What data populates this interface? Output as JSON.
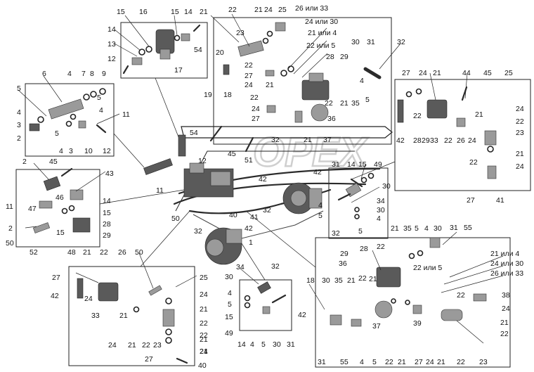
{
  "watermark": "OPEX",
  "labels": [
    {
      "id": "a1",
      "text": "15"
    },
    {
      "id": "a2",
      "text": "16"
    },
    {
      "id": "a3",
      "text": "15"
    },
    {
      "id": "a4",
      "text": "14"
    },
    {
      "id": "a5",
      "text": "14"
    },
    {
      "id": "a6",
      "text": "13"
    },
    {
      "id": "a7",
      "text": "12"
    },
    {
      "id": "a8",
      "text": "17"
    },
    {
      "id": "a9",
      "text": "54"
    },
    {
      "id": "b1",
      "text": "6"
    },
    {
      "id": "b2",
      "text": "4"
    },
    {
      "id": "b3",
      "text": "7"
    },
    {
      "id": "b4",
      "text": "8"
    },
    {
      "id": "b5",
      "text": "9"
    },
    {
      "id": "b6",
      "text": "5"
    },
    {
      "id": "b7",
      "text": "5"
    },
    {
      "id": "b8",
      "text": "4"
    },
    {
      "id": "b9",
      "text": "4"
    },
    {
      "id": "b10",
      "text": "3"
    },
    {
      "id": "b11",
      "text": "5"
    },
    {
      "id": "b12",
      "text": "2"
    },
    {
      "id": "b13",
      "text": "11"
    },
    {
      "id": "b14",
      "text": "4"
    },
    {
      "id": "b15",
      "text": "3"
    },
    {
      "id": "b16",
      "text": "10"
    },
    {
      "id": "b17",
      "text": "12"
    },
    {
      "id": "c1",
      "text": "21"
    },
    {
      "id": "c2",
      "text": "22"
    },
    {
      "id": "c3",
      "text": "21"
    },
    {
      "id": "c4",
      "text": "24"
    },
    {
      "id": "c5",
      "text": "25"
    },
    {
      "id": "c6",
      "text": "26 или 33"
    },
    {
      "id": "c7",
      "text": "24 или 30"
    },
    {
      "id": "c8",
      "text": "21 или 4"
    },
    {
      "id": "c9",
      "text": "22 или 5"
    },
    {
      "id": "c10",
      "text": "23"
    },
    {
      "id": "c11",
      "text": "20"
    },
    {
      "id": "c12",
      "text": "22"
    },
    {
      "id": "c13",
      "text": "27"
    },
    {
      "id": "c14",
      "text": "24"
    },
    {
      "id": "c15",
      "text": "19"
    },
    {
      "id": "c16",
      "text": "18"
    },
    {
      "id": "c17",
      "text": "21"
    },
    {
      "id": "c18",
      "text": "28"
    },
    {
      "id": "c19",
      "text": "29"
    },
    {
      "id": "c20",
      "text": "30"
    },
    {
      "id": "c21",
      "text": "31"
    },
    {
      "id": "c22",
      "text": "32"
    },
    {
      "id": "c23",
      "text": "4"
    },
    {
      "id": "c24",
      "text": "22"
    },
    {
      "id": "c25",
      "text": "22"
    },
    {
      "id": "c26",
      "text": "21"
    },
    {
      "id": "c27",
      "text": "35"
    },
    {
      "id": "c28",
      "text": "5"
    },
    {
      "id": "c29",
      "text": "24"
    },
    {
      "id": "c30",
      "text": "27"
    },
    {
      "id": "c31",
      "text": "36"
    },
    {
      "id": "c32",
      "text": "32"
    },
    {
      "id": "c33",
      "text": "21"
    },
    {
      "id": "c34",
      "text": "37"
    },
    {
      "id": "d1",
      "text": "27"
    },
    {
      "id": "d2",
      "text": "24"
    },
    {
      "id": "d3",
      "text": "21"
    },
    {
      "id": "d4",
      "text": "44"
    },
    {
      "id": "d5",
      "text": "45"
    },
    {
      "id": "d6",
      "text": "25"
    },
    {
      "id": "d7",
      "text": "22"
    },
    {
      "id": "d8",
      "text": "21"
    },
    {
      "id": "d9",
      "text": "24"
    },
    {
      "id": "d10",
      "text": "22"
    },
    {
      "id": "d11",
      "text": "23"
    },
    {
      "id": "d12",
      "text": "42"
    },
    {
      "id": "d13",
      "text": "28"
    },
    {
      "id": "d14",
      "text": "29"
    },
    {
      "id": "d15",
      "text": "33"
    },
    {
      "id": "d16",
      "text": "22"
    },
    {
      "id": "d17",
      "text": "26"
    },
    {
      "id": "d18",
      "text": "24"
    },
    {
      "id": "d19",
      "text": "22"
    },
    {
      "id": "d20",
      "text": "21"
    },
    {
      "id": "d21",
      "text": "24"
    },
    {
      "id": "d22",
      "text": "27"
    },
    {
      "id": "d23",
      "text": "41"
    },
    {
      "id": "e1",
      "text": "2"
    },
    {
      "id": "e2",
      "text": "45"
    },
    {
      "id": "e3",
      "text": "43"
    },
    {
      "id": "e4",
      "text": "46"
    },
    {
      "id": "e5",
      "text": "14"
    },
    {
      "id": "e6",
      "text": "11"
    },
    {
      "id": "e7",
      "text": "47"
    },
    {
      "id": "e8",
      "text": "15"
    },
    {
      "id": "e9",
      "text": "28"
    },
    {
      "id": "e10",
      "text": "2"
    },
    {
      "id": "e11",
      "text": "15"
    },
    {
      "id": "e12",
      "text": "29"
    },
    {
      "id": "e13",
      "text": "50"
    },
    {
      "id": "e14",
      "text": "52"
    },
    {
      "id": "e15",
      "text": "48"
    },
    {
      "id": "m1",
      "text": "54"
    },
    {
      "id": "m2",
      "text": "12"
    },
    {
      "id": "m3",
      "text": "11"
    },
    {
      "id": "m4",
      "text": "45"
    },
    {
      "id": "m5",
      "text": "51"
    },
    {
      "id": "m6",
      "text": "42"
    },
    {
      "id": "m7",
      "text": "42"
    },
    {
      "id": "m8",
      "text": "50"
    },
    {
      "id": "m9",
      "text": "32"
    },
    {
      "id": "m10",
      "text": "41"
    },
    {
      "id": "m11",
      "text": "40"
    },
    {
      "id": "m12",
      "text": "42"
    },
    {
      "id": "m13",
      "text": "32"
    },
    {
      "id": "m14",
      "text": "1"
    },
    {
      "id": "f1",
      "text": "31"
    },
    {
      "id": "f2",
      "text": "14"
    },
    {
      "id": "f3",
      "text": "15"
    },
    {
      "id": "f4",
      "text": "49"
    },
    {
      "id": "f5",
      "text": "30"
    },
    {
      "id": "f6",
      "text": "4"
    },
    {
      "id": "f7",
      "text": "5"
    },
    {
      "id": "f8",
      "text": "34"
    },
    {
      "id": "f9",
      "text": "30"
    },
    {
      "id": "f10",
      "text": "4"
    },
    {
      "id": "f11",
      "text": "32"
    },
    {
      "id": "f12",
      "text": "5"
    },
    {
      "id": "g1",
      "text": "27"
    },
    {
      "id": "g2",
      "text": "42"
    },
    {
      "id": "g3",
      "text": "21"
    },
    {
      "id": "g4",
      "text": "22"
    },
    {
      "id": "g5",
      "text": "24"
    },
    {
      "id": "g6",
      "text": "26"
    },
    {
      "id": "g7",
      "text": "50"
    },
    {
      "id": "g8",
      "text": "25"
    },
    {
      "id": "g9",
      "text": "33"
    },
    {
      "id": "g10",
      "text": "21"
    },
    {
      "id": "g11",
      "text": "24"
    },
    {
      "id": "g12",
      "text": "21"
    },
    {
      "id": "g13",
      "text": "22"
    },
    {
      "id": "g14",
      "text": "24"
    },
    {
      "id": "g15",
      "text": "21"
    },
    {
      "id": "g16",
      "text": "22"
    },
    {
      "id": "g17",
      "text": "23"
    },
    {
      "id": "g18",
      "text": "21"
    },
    {
      "id": "g19",
      "text": "22"
    },
    {
      "id": "g20",
      "text": "21"
    },
    {
      "id": "g21",
      "text": "24"
    },
    {
      "id": "g22",
      "text": "27"
    },
    {
      "id": "g23",
      "text": "40"
    },
    {
      "id": "h1",
      "text": "34"
    },
    {
      "id": "h2",
      "text": "32"
    },
    {
      "id": "h3",
      "text": "30"
    },
    {
      "id": "h4",
      "text": "4"
    },
    {
      "id": "h5",
      "text": "5"
    },
    {
      "id": "h6",
      "text": "15"
    },
    {
      "id": "h7",
      "text": "42"
    },
    {
      "id": "h8",
      "text": "49"
    },
    {
      "id": "h9",
      "text": "14"
    },
    {
      "id": "h10",
      "text": "4"
    },
    {
      "id": "h11",
      "text": "5"
    },
    {
      "id": "h12",
      "text": "30"
    },
    {
      "id": "h13",
      "text": "31"
    },
    {
      "id": "i1",
      "text": "28"
    },
    {
      "id": "i2",
      "text": "22"
    },
    {
      "id": "i3",
      "text": "21"
    },
    {
      "id": "i4",
      "text": "35"
    },
    {
      "id": "i5",
      "text": "5"
    },
    {
      "id": "i6",
      "text": "4"
    },
    {
      "id": "i7",
      "text": "30"
    },
    {
      "id": "i8",
      "text": "31"
    },
    {
      "id": "i9",
      "text": "55"
    },
    {
      "id": "i10",
      "text": "29"
    },
    {
      "id": "i11",
      "text": "21 или 4"
    },
    {
      "id": "i12",
      "text": "24 или 30"
    },
    {
      "id": "i13",
      "text": "36"
    },
    {
      "id": "i14",
      "text": "22 или 5"
    },
    {
      "id": "i15",
      "text": "26 или 33"
    },
    {
      "id": "i16",
      "text": "18"
    },
    {
      "id": "i17",
      "text": "30"
    },
    {
      "id": "i18",
      "text": "35"
    },
    {
      "id": "i19",
      "text": "21"
    },
    {
      "id": "i20",
      "text": "22"
    },
    {
      "id": "i21",
      "text": "21"
    },
    {
      "id": "i22",
      "text": "22"
    },
    {
      "id": "i23",
      "text": "38"
    },
    {
      "id": "i24",
      "text": "24"
    },
    {
      "id": "i25",
      "text": "37"
    },
    {
      "id": "i26",
      "text": "39"
    },
    {
      "id": "i27",
      "text": "21"
    },
    {
      "id": "i28",
      "text": "22"
    },
    {
      "id": "i29",
      "text": "31"
    },
    {
      "id": "i30",
      "text": "55"
    },
    {
      "id": "i31",
      "text": "4"
    },
    {
      "id": "i32",
      "text": "5"
    },
    {
      "id": "i33",
      "text": "22"
    },
    {
      "id": "i34",
      "text": "21"
    },
    {
      "id": "i35",
      "text": "27"
    },
    {
      "id": "i36",
      "text": "24"
    },
    {
      "id": "i37",
      "text": "21"
    },
    {
      "id": "i38",
      "text": "22"
    },
    {
      "id": "i39",
      "text": "23"
    }
  ]
}
